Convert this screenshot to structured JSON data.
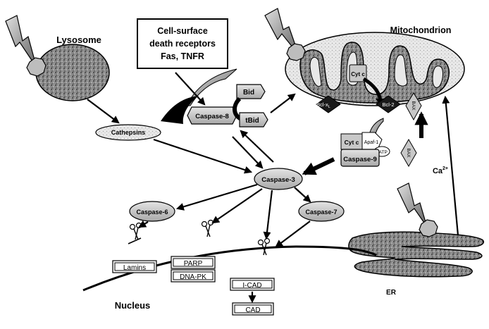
{
  "labels": {
    "lysosome": "Lysosome",
    "receptors_line1": "Cell-surface",
    "receptors_line2": "death receptors",
    "receptors_line3": "Fas, TNFR",
    "mitochondrion": "Mitochondrion",
    "bid": "Bid",
    "tbid": "tBid",
    "caspase8": "Caspase-8",
    "cathepsins": "Cathepsins",
    "cytc_mito": "Cyt c",
    "bclxl": "Bcl-x",
    "bclxl_sub": "L",
    "bcl2": "Bcl-2",
    "bax_top": "BAX",
    "bax_bottom": "BAX",
    "cytc_apo": "Cyt c",
    "apaf1": "Apaf-1",
    "datp": "dATP",
    "caspase9": "Caspase-9",
    "caspase3": "Caspase-3",
    "ca": "Ca",
    "ca_sup": "2+",
    "caspase6": "Caspase-6",
    "caspase7": "Caspase-7",
    "lamins": "Lamins",
    "parp": "PARP",
    "dnapk": "DNA-PK",
    "icad": "I-CAD",
    "cad": "CAD",
    "nucleus": "Nucleus",
    "er": "ER"
  },
  "colors": {
    "ink": "#000000",
    "caspase_fill": "#c8c8c8",
    "mito_fill": "#e6e6e6",
    "speckle_fill": "#6e6e6e",
    "background": "#ffffff"
  },
  "icons": [
    "lightning-bolt-icon",
    "scissors-icon",
    "octagon-receptor-icon"
  ]
}
